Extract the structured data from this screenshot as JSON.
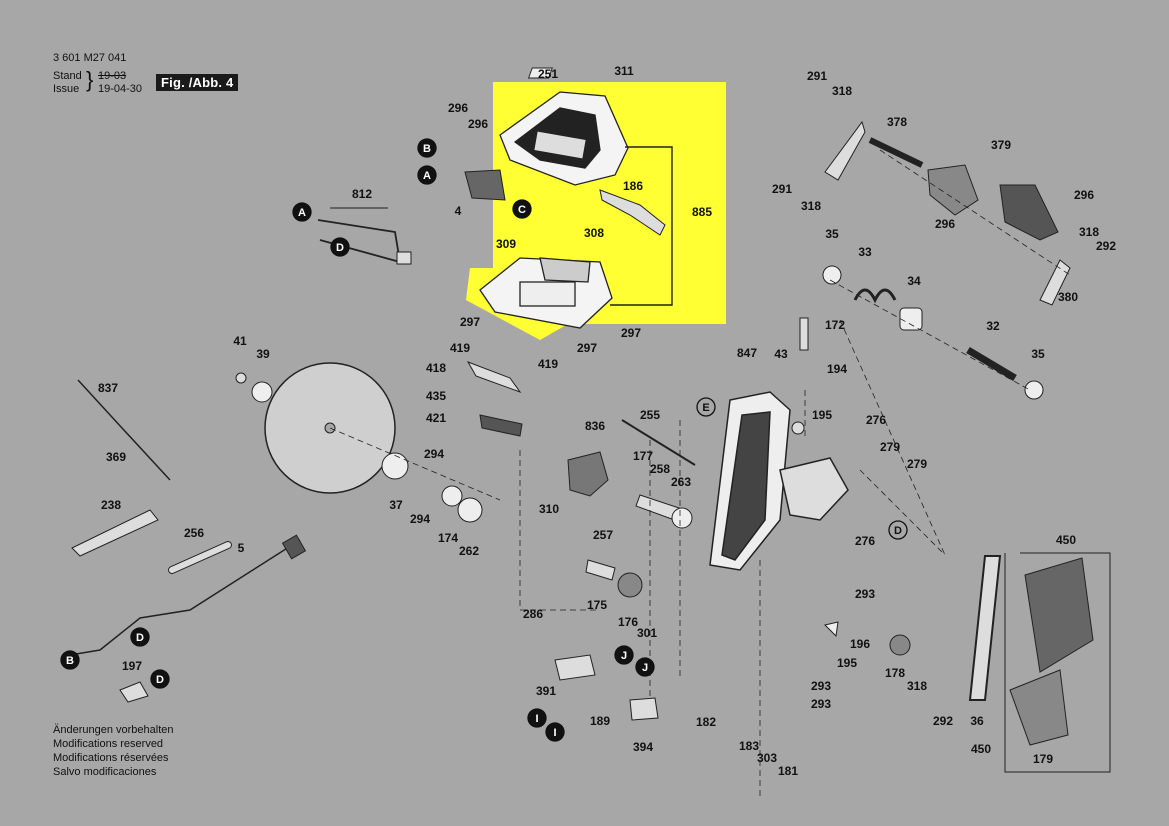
{
  "header": {
    "doc_number": "3 601 M27 041",
    "stand_label": "Stand",
    "issue_label": "Issue",
    "stand_date": "19-03",
    "issue_date": "19-04-30",
    "figure_label": "Fig. /Abb. 4"
  },
  "notes": [
    "Änderungen vorbehalten",
    "Modifications reserved",
    "Modifications réservées",
    "Salvo modificaciones"
  ],
  "callouts": {
    "A": "A",
    "B": "B",
    "C": "C",
    "D": "D",
    "E": "E",
    "I": "I",
    "J": "J"
  },
  "parts": [
    "251",
    "311",
    "296",
    "296",
    "4",
    "812",
    "885",
    "186",
    "308",
    "309",
    "297",
    "297",
    "297",
    "419",
    "419",
    "418",
    "435",
    "421",
    "41",
    "39",
    "837",
    "369",
    "238",
    "256",
    "5",
    "197",
    "37",
    "294",
    "294",
    "174",
    "262",
    "836",
    "255",
    "310",
    "177",
    "258",
    "263",
    "257",
    "175",
    "176",
    "301",
    "286",
    "391",
    "189",
    "394",
    "182",
    "183",
    "303",
    "181",
    "847",
    "43",
    "194",
    "195",
    "172",
    "276",
    "279",
    "279",
    "276",
    "293",
    "196",
    "195",
    "178",
    "318",
    "293",
    "293",
    "292",
    "36",
    "450",
    "450",
    "179",
    "291",
    "318",
    "378",
    "379",
    "291",
    "318",
    "296",
    "296",
    "318",
    "292",
    "35",
    "33",
    "34",
    "380",
    "32",
    "35"
  ],
  "highlight_color": "#ffff33",
  "background_color": "#a7a7a7"
}
